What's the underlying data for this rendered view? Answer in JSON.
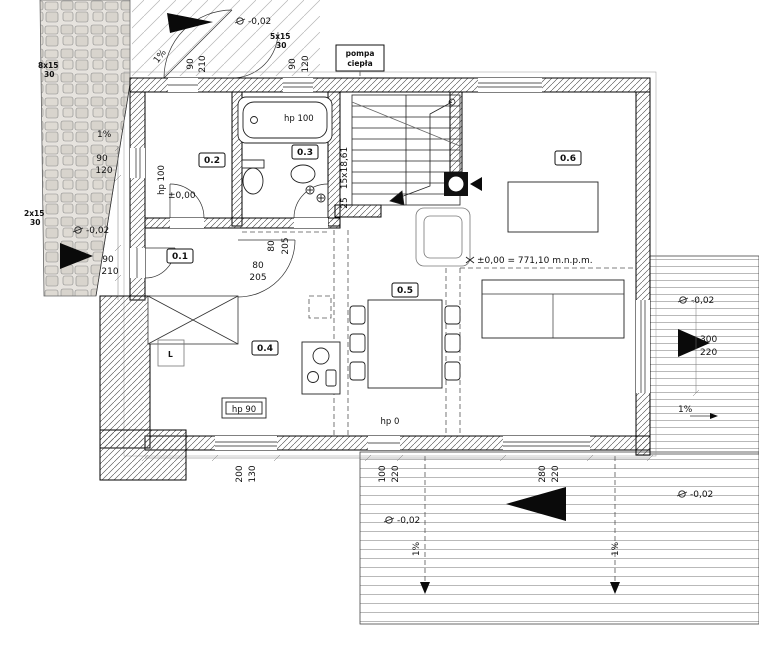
{
  "rooms": {
    "r1": "0.1",
    "r2": "0.2",
    "r3": "0.3",
    "r4": "0.4",
    "r5": "0.5",
    "r6": "0.6"
  },
  "levels": {
    "minus": "-0,02",
    "zero": "±0,00",
    "datum": "±0,00 = 771,10 m.n.p.m."
  },
  "slope": "1%",
  "stairs": {
    "spec": "15x18,61",
    "width": "25"
  },
  "ext_steps": {
    "s5": "5x15",
    "s8": "8x15",
    "s2": "2x15",
    "rise": "30"
  },
  "dims": {
    "d90": "90",
    "d210": "210",
    "d120": "120",
    "d80": "80",
    "d205": "205",
    "d300": "300",
    "d220": "220",
    "d200": "200",
    "d130": "130",
    "d100": "100",
    "d280": "280"
  },
  "sills": {
    "hp100": "hp 100",
    "hp90": "hp 90",
    "hp0": "hp 0"
  },
  "labels": {
    "pompa_l1": "pompa",
    "pompa_l2": "ciepła",
    "L": "L"
  },
  "colors": {
    "line": "#111111",
    "hatch": "#444444",
    "deck": "#9a9a9a"
  }
}
